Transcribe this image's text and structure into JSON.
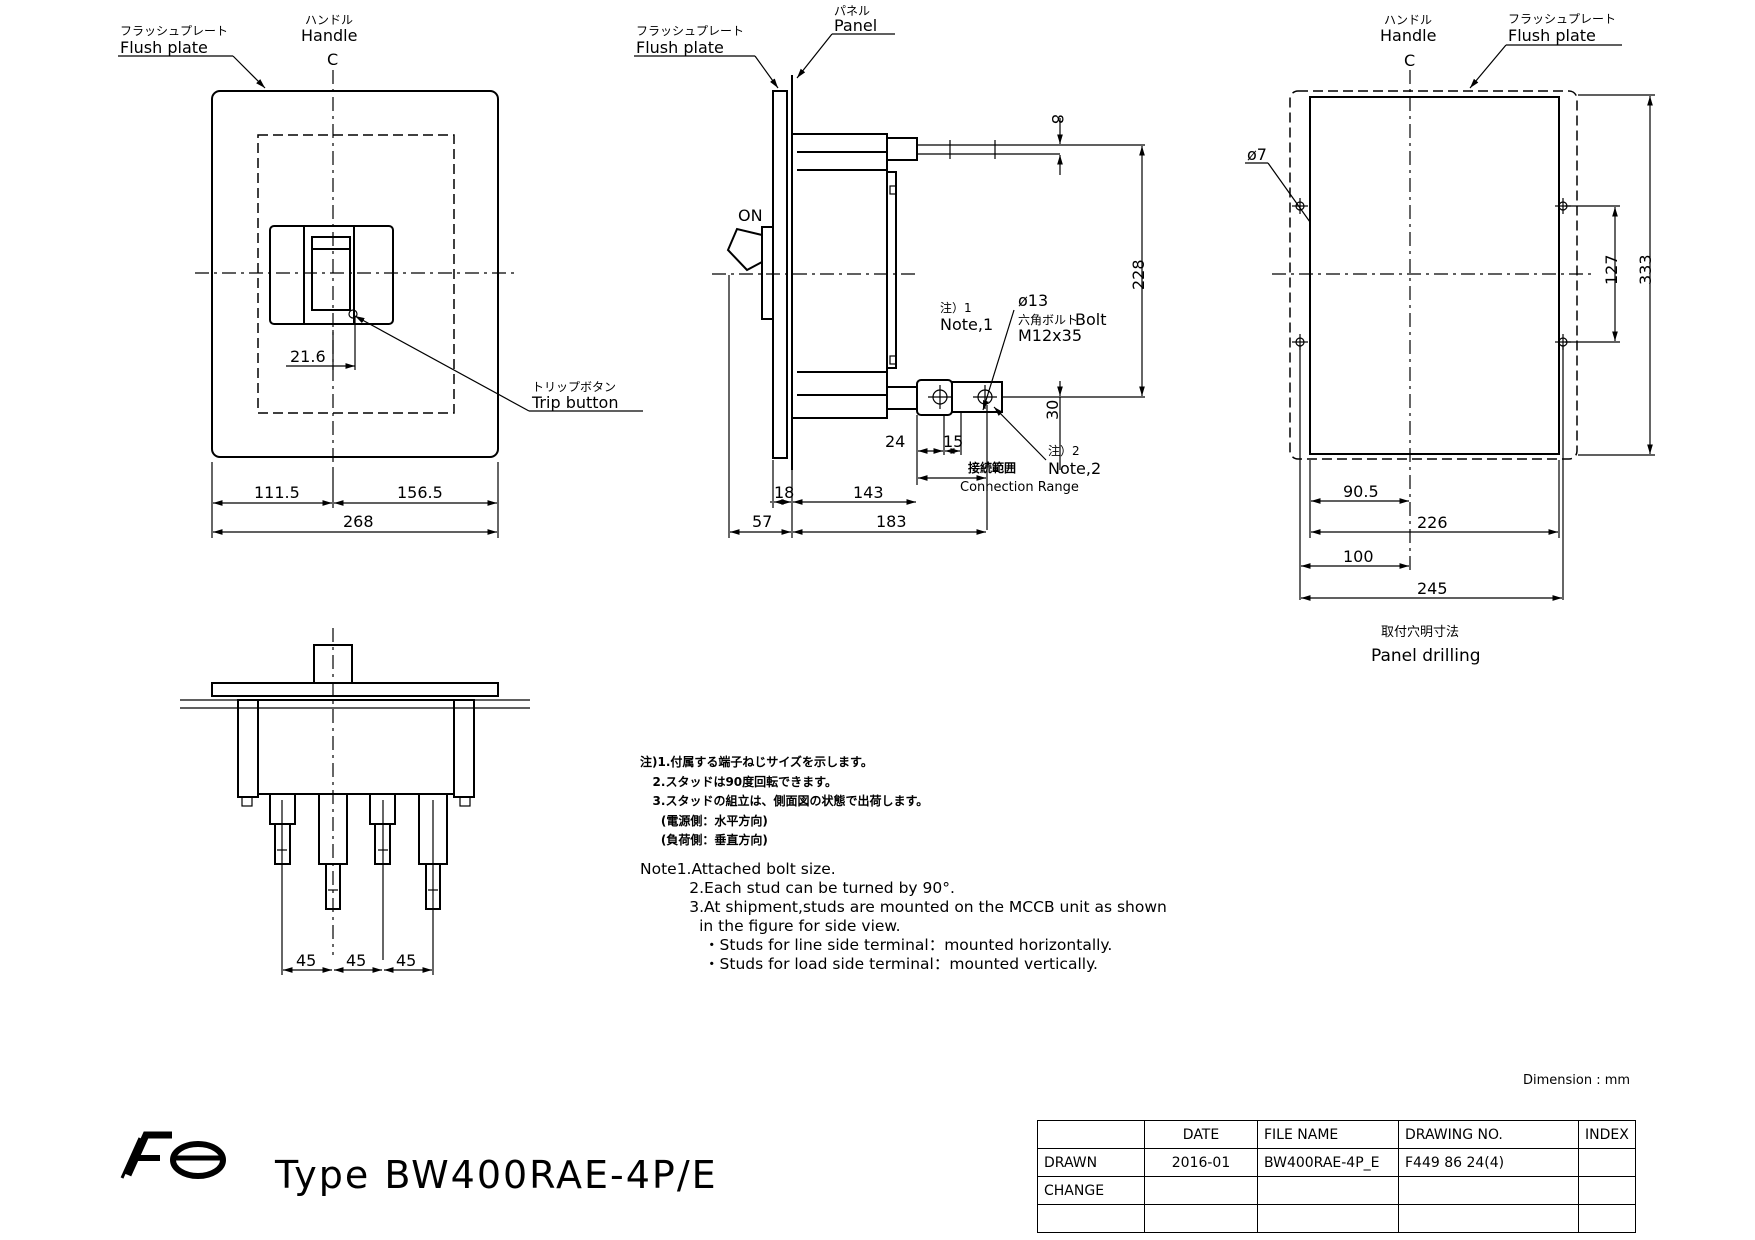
{
  "front_view": {
    "flush_plate_jp": "フラッシュプレート",
    "flush_plate_en": "Flush plate",
    "handle_jp": "ハンドル",
    "handle_en": "Handle",
    "centerline": "C",
    "trip_button_jp": "トリップボタン",
    "trip_button_en": "Trip button",
    "dims": {
      "d_21_6": "21.6",
      "d_111_5": "111.5",
      "d_156_5": "156.5",
      "d_268": "268"
    }
  },
  "side_view": {
    "flush_plate_jp": "フラッシュプレート",
    "flush_plate_en": "Flush plate",
    "panel_jp": "パネル",
    "panel_en": "Panel",
    "on_label": "ON",
    "note1_jp": "注）1",
    "note1_en": "Note,1",
    "note2_jp": "注）2",
    "note2_en": "Note,2",
    "bolt_dia": "ø13",
    "bolt_jp": "六角ボルト",
    "bolt_en": "Bolt",
    "bolt_size": "M12x35",
    "conn_range_jp": "接続範囲",
    "conn_range_en": "Connection Range",
    "dims": {
      "d_8": "8",
      "d_228": "228",
      "d_30": "30",
      "d_24": "24",
      "d_15": "15",
      "d_18": "18",
      "d_143": "143",
      "d_57": "57",
      "d_183": "183"
    }
  },
  "drilling_view": {
    "handle_jp": "ハンドル",
    "handle_en": "Handle",
    "flush_plate_jp": "フラッシュプレート",
    "flush_plate_en": "Flush plate",
    "centerline": "C",
    "hole_dia": "ø7",
    "caption_jp": "取付穴明寸法",
    "caption_en": "Panel drilling",
    "dims": {
      "d_127": "127",
      "d_333": "333",
      "d_90_5": "90.5",
      "d_226": "226",
      "d_100": "100",
      "d_245": "245"
    }
  },
  "bottom_view": {
    "dims": {
      "d_45a": "45",
      "d_45b": "45",
      "d_45c": "45"
    }
  },
  "notes_jp": "注)1.付属する端子ねじサイズを示します。\n   2.スタッドは90度回転できます。\n   3.スタッドの組立は、側面図の状態で出荷します。\n     (電源側：水平方向)\n     (負荷側：垂直方向)",
  "notes_en": "Note1.Attached bolt size.\n          2.Each stud can be turned by 90°.\n          3.At shipment,studs are mounted on the MCCB unit as shown\n            in the figure for side view.\n             ・Studs for line side terminal：mounted horizontally.\n             ・Studs for load side terminal：mounted vertically.",
  "dimension_unit": "Dimension : mm",
  "logo_text": "Fe",
  "type_label": "Type BW400RAE-4P/E",
  "title_block": {
    "headers": [
      "",
      "DATE",
      "FILE NAME",
      "DRAWING NO.",
      "INDEX"
    ],
    "rows": [
      [
        "DRAWN",
        "2016-01",
        "BW400RAE-4P_E",
        "F449 86 24(4)",
        ""
      ],
      [
        "CHANGE",
        "",
        "",
        "",
        ""
      ],
      [
        "",
        "",
        "",
        "",
        ""
      ]
    ]
  }
}
